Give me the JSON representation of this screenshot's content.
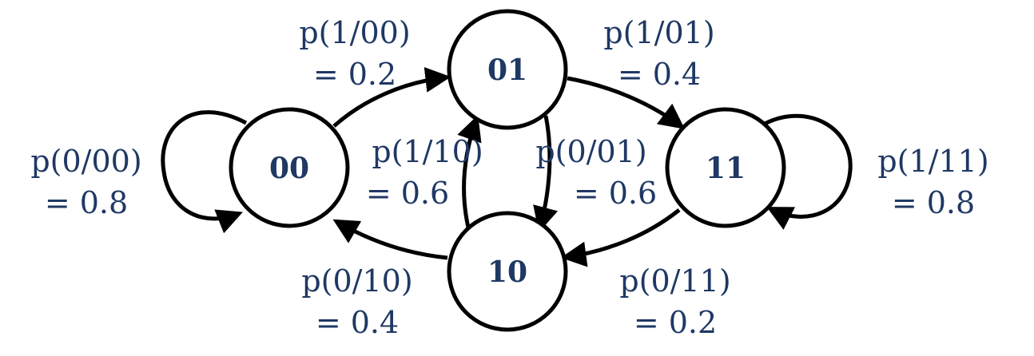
{
  "states": {
    "s00": "00",
    "s01": "01",
    "s10": "10",
    "s11": "11"
  },
  "transitions": {
    "t_00_00": {
      "prob": "p(0/00)",
      "value": "= 0.8"
    },
    "t_00_01": {
      "prob": "p(1/00)",
      "value": "= 0.2"
    },
    "t_01_11": {
      "prob": "p(1/01)",
      "value": "= 0.4"
    },
    "t_01_10": {
      "prob": "p(0/01)",
      "value": "= 0.6"
    },
    "t_10_01": {
      "prob": "p(1/10)",
      "value": "= 0.6"
    },
    "t_10_00": {
      "prob": "p(0/10)",
      "value": "= 0.4"
    },
    "t_11_11": {
      "prob": "p(1/11)",
      "value": "= 0.8"
    },
    "t_11_10": {
      "prob": "p(0/11)",
      "value": "= 0.2"
    }
  },
  "colors": {
    "label": "#1f3864",
    "stroke": "#000000"
  }
}
